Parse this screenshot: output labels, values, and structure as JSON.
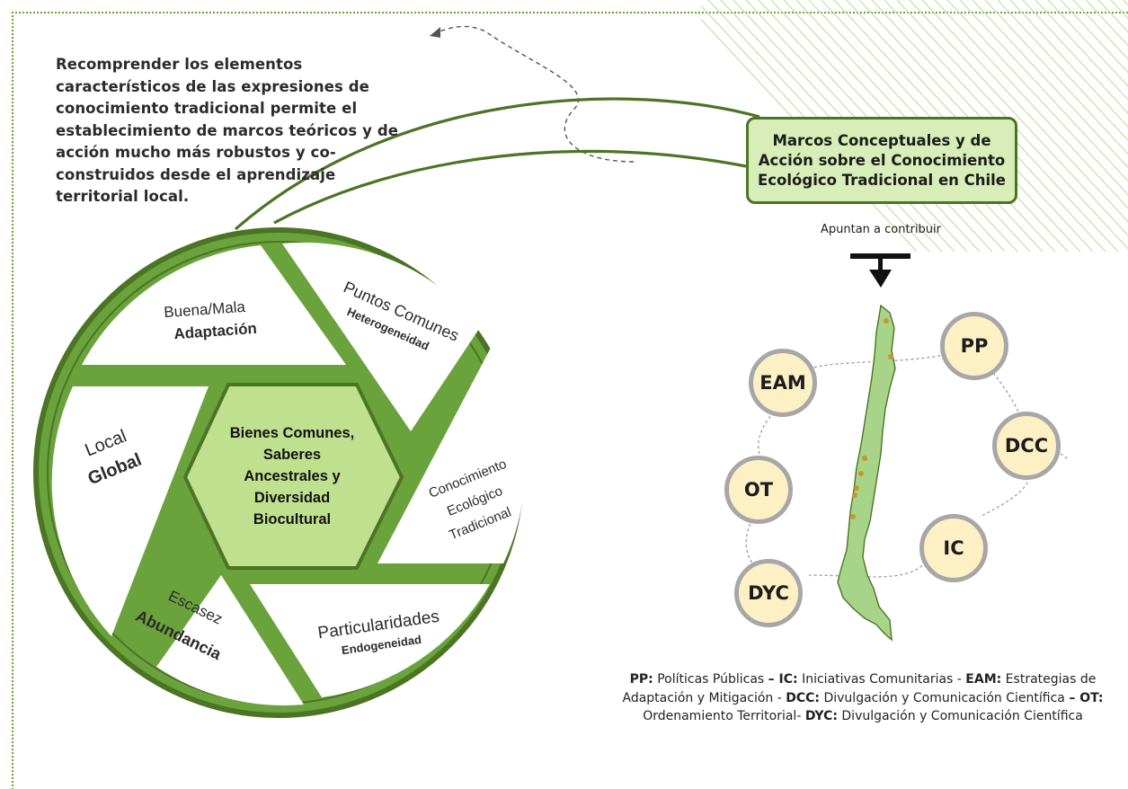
{
  "intro_text": "Recomprender los elementos característicos de las expresiones de conocimiento tradicional permite el establecimiento de marcos teóricos y de acción mucho más robustos y co-construidos desde el aprendizaje territorial local.",
  "title_box": "Marcos Conceptuales y de Acción sobre el Conocimiento Ecológico Tradicional en Chile",
  "arrow_label": "Apuntan a contribuir",
  "center_label": [
    "Bienes Comunes,",
    "Saberes",
    "Ancestrales y",
    "Diversidad",
    "Biocultural"
  ],
  "segments": {
    "top": {
      "line1": "Buena/Mala",
      "line2": "Adaptación"
    },
    "upper_right": {
      "line1": "Puntos Comunes",
      "line2": "Heterogeneidad"
    },
    "right": {
      "line1": "Conocimiento",
      "line2": "Ecológico",
      "line3": "Tradicional"
    },
    "lower_right": {
      "line1": "Particularidades",
      "line2": "Endogeneidad"
    },
    "lower_left": {
      "line1": "Escasez",
      "line2": "Abundancia"
    },
    "left": {
      "line1": "Local",
      "line2": "Global"
    }
  },
  "bubbles": {
    "pp": "PP",
    "eam": "EAM",
    "dcc": "DCC",
    "ot": "OT",
    "ic": "IC",
    "dyc": "DYC"
  },
  "legend": {
    "pp_abbr": "PP:",
    "pp_text": " Políticas Públicas ",
    "ic_abbr": "– IC:",
    "ic_text": " Iniciativas Comunitarias - ",
    "eam_abbr": "EAM:",
    "eam_text": " Estrategias de Adaptación y Mitigación - ",
    "dcc_abbr": "DCC:",
    "dcc_text": " Divulgación y Comunicación Científica ",
    "ot_abbr": "– OT:",
    "ot_text": " Ordenamiento Territorial- ",
    "dyc_abbr": "DYC:",
    "dyc_text": " Divulgación y Comunicación Científica"
  },
  "colors": {
    "dark_green": "#4b7524",
    "mid_green": "#6aa23c",
    "light_green": "#d8edb8",
    "center_green": "#bfe08e",
    "bubble_fill": "#fcf0c4",
    "bubble_border": "#a7a7a7",
    "map_fill": "#a8d48a",
    "map_dot": "#c9962c"
  }
}
